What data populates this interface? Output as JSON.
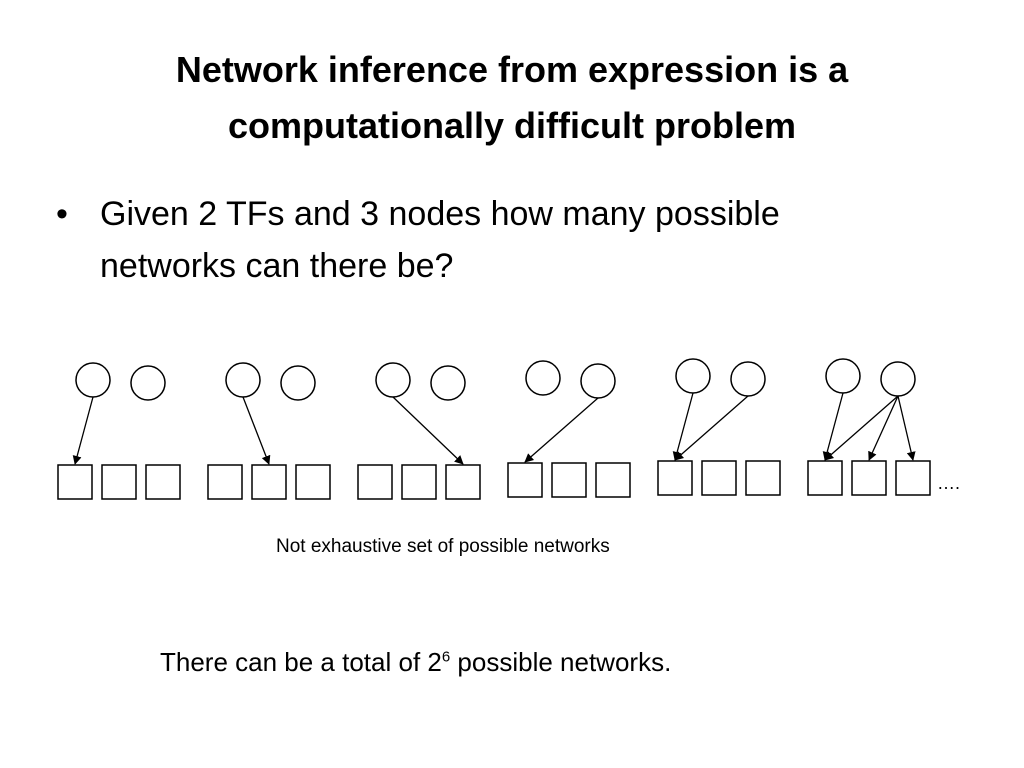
{
  "slide": {
    "title_line1": "Network inference from expression is a",
    "title_line2": "computationally difficult problem",
    "bullets": [
      {
        "line1": "Given 2 TFs and 3 nodes how many possible",
        "line2": "networks can there be?"
      }
    ],
    "caption": "Not exhaustive set of possible networks",
    "ellipsis": "….",
    "total_prefix": "There can be a total of 2",
    "total_exponent": "6",
    "total_suffix": " possible networks."
  },
  "diagram": {
    "tf_count": 2,
    "node_count": 3,
    "networks": [
      {
        "edges": [
          [
            0,
            0
          ]
        ]
      },
      {
        "edges": [
          [
            0,
            1
          ]
        ]
      },
      {
        "edges": [
          [
            0,
            2
          ]
        ]
      },
      {
        "edges": [
          [
            1,
            0
          ]
        ]
      },
      {
        "edges": [
          [
            0,
            0
          ],
          [
            1,
            0
          ]
        ]
      },
      {
        "edges": [
          [
            0,
            0
          ],
          [
            1,
            0
          ],
          [
            1,
            1
          ],
          [
            1,
            2
          ]
        ]
      }
    ],
    "stroke_color": "#000000",
    "fill_color": "#ffffff"
  }
}
